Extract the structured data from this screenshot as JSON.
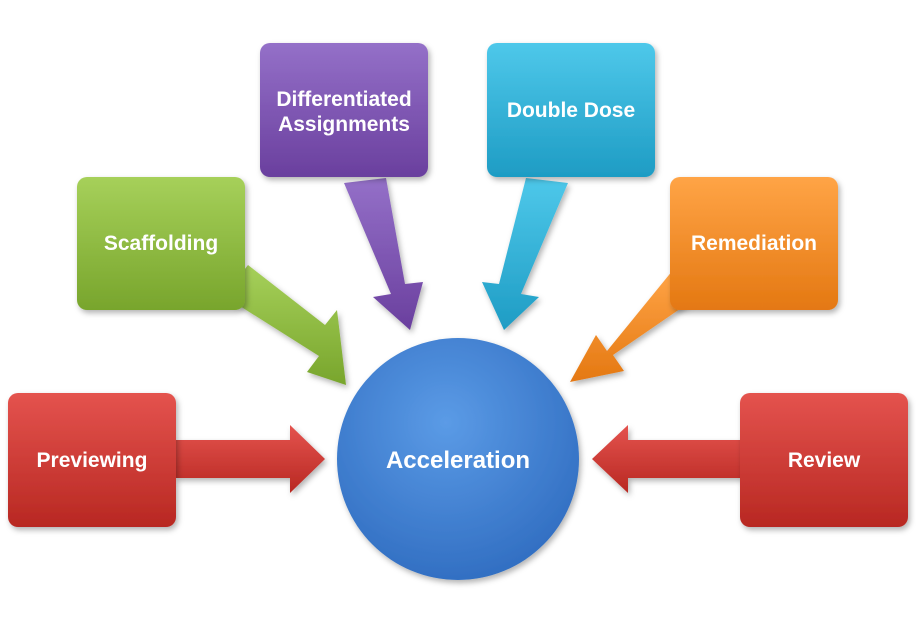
{
  "center": {
    "label": "Acceleration",
    "color": "#3f7fd0"
  },
  "nodes": {
    "previewing": {
      "label": "Previewing",
      "color": "#d23a36"
    },
    "scaffolding": {
      "label": "Scaffolding",
      "color": "#8bb83a"
    },
    "differentiated": {
      "label_line1": "Differentiated",
      "label_line2": "Assignments",
      "color": "#7d52b0"
    },
    "double_dose": {
      "label": "Double Dose",
      "color": "#2fb2d8"
    },
    "remediation": {
      "label": "Remediation",
      "color": "#f58b27"
    },
    "review": {
      "label": "Review",
      "color": "#d23a36"
    }
  }
}
